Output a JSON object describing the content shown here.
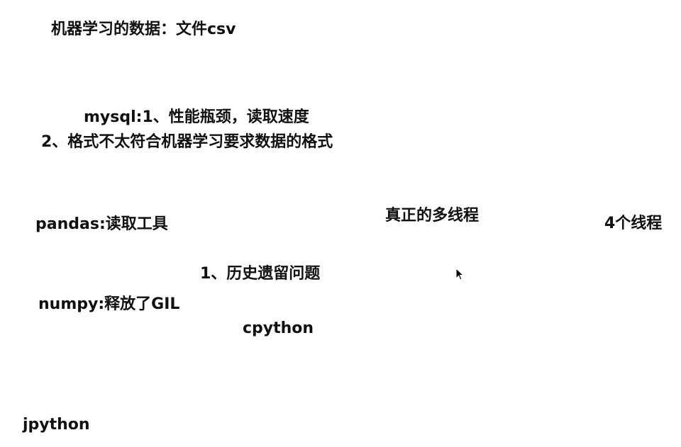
{
  "notes": {
    "title": "机器学习的数据：文件csv",
    "mysql_line1": "mysql:1、性能瓶颈，读取速度",
    "mysql_line2": "2、格式不太符合机器学习要求数据的格式",
    "pandas": "pandas:读取工具",
    "true_multithread": "真正的多线程",
    "four_threads": "4个线程",
    "history_issue": "1、历史遗留问题",
    "numpy": "numpy:释放了GIL",
    "cpython": "cpython",
    "jpython": "jpython"
  },
  "cursor": {
    "icon": "mouse-pointer-icon",
    "color": "#000000"
  }
}
